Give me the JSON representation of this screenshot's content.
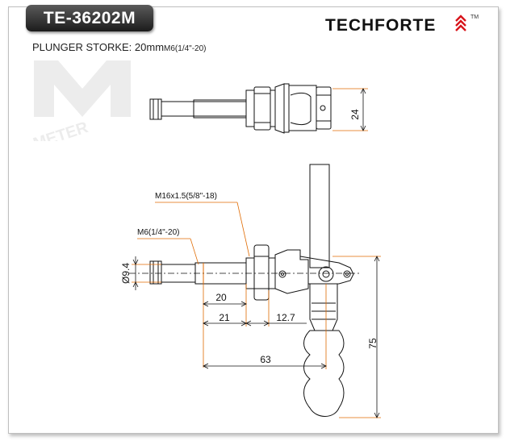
{
  "model": "TE-36202M",
  "brand": "TECHFORTE",
  "trademark": "TM",
  "spec": {
    "label": "PLUNGER STORKE: 20mm",
    "thread_note": "M6(1/4\"-20)"
  },
  "watermark_text": "METER",
  "callouts": {
    "body_thread": "M16x1.5(5/8\"-18)",
    "tip_thread": "M6(1/4\"-20)"
  },
  "dimensions": {
    "top_view_height": "24",
    "plunger_diameter": "Ø9.4",
    "stroke": "20",
    "tip_to_nut": "21",
    "nut_to_pivot": "12.7",
    "overall_length": "63",
    "overall_height": "75"
  },
  "colors": {
    "leader": "#e06a00",
    "line": "#111111",
    "brand_chevrons": "#d8141b"
  }
}
